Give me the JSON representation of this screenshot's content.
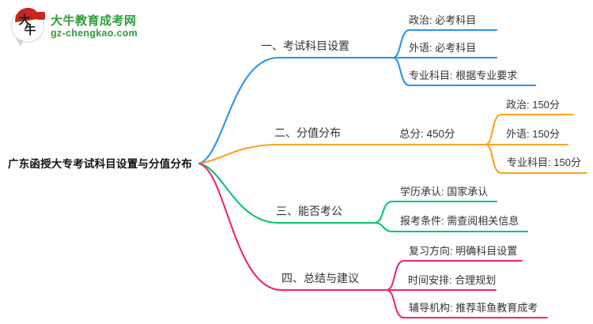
{
  "logo": {
    "title": "大牛教育成考网",
    "subtitle": "gz-chengkao.com",
    "icon_chars_1": "大",
    "icon_chars_2": "牛"
  },
  "colors": {
    "branch1": "#2494F2",
    "branch2": "#FAA21E",
    "branch3": "#0AC46E",
    "branch4": "#F02479",
    "logoGreen": "#2E9E3A",
    "logoRed": "#C5261F"
  },
  "mindmap": {
    "root": "广东函授大专考试科目设置与分值分布",
    "branches": [
      {
        "label": "一、考试科目设置",
        "children": [
          {
            "label": "政治: 必考科目"
          },
          {
            "label": "外语: 必考科目"
          },
          {
            "label": "专业科目: 根据专业要求"
          }
        ]
      },
      {
        "label": "二、分值分布",
        "subnode": "总分: 450分",
        "children": [
          {
            "label": "政治: 150分"
          },
          {
            "label": "外语: 150分"
          },
          {
            "label": "专业科目: 150分"
          }
        ]
      },
      {
        "label": "三、能否考公",
        "children": [
          {
            "label": "学历承认: 国家承认"
          },
          {
            "label": "报考条件: 需查阅相关信息"
          }
        ]
      },
      {
        "label": "四、总结与建议",
        "children": [
          {
            "label": "复习方向: 明确科目设置"
          },
          {
            "label": "时间安排: 合理规划"
          },
          {
            "label": "辅导机构: 推荐菲鱼教育成考"
          }
        ]
      }
    ]
  }
}
